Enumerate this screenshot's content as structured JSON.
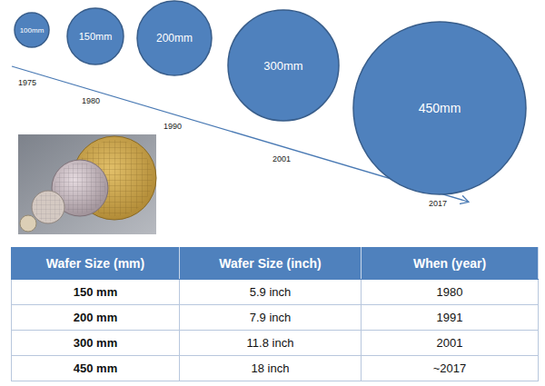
{
  "diagram": {
    "nodes": [
      {
        "text": [
          "100mm"
        ]
      },
      {
        "text": [
          "150mm"
        ]
      },
      {
        "text": [
          "200mm"
        ]
      },
      {
        "text": [
          "300mm"
        ]
      },
      {
        "text": [
          "450mm"
        ]
      }
    ],
    "labels": [
      "1975",
      "1980",
      "1990",
      "2001",
      "2017",
      "Wafer Size (mm)",
      "Wafer Size (inch)",
      "When (year)",
      "150 mm",
      "5.9 inch",
      "1980",
      "200 mm",
      "7.9 inch",
      "1991",
      "300 mm",
      "11.8 inch",
      "2001",
      "450 mm",
      "18 inch",
      "~2017"
    ]
  }
}
